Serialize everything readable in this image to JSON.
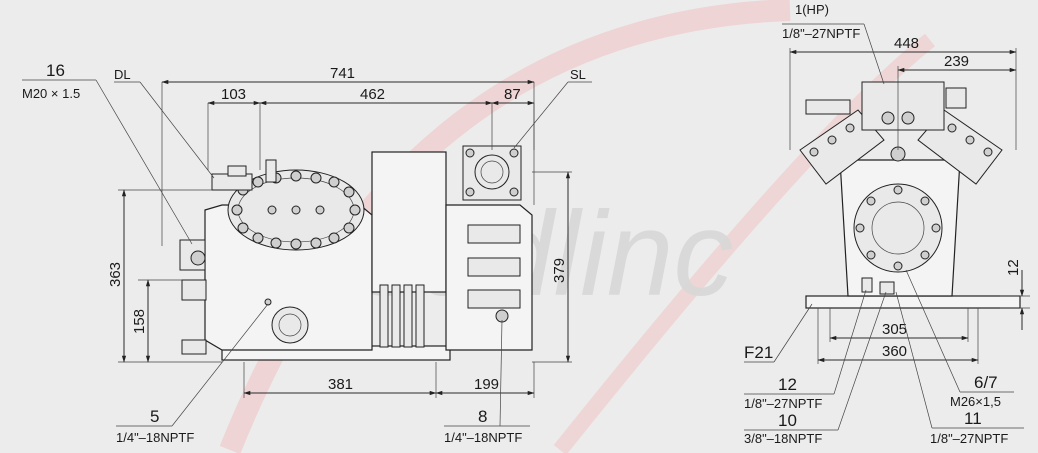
{
  "watermark": {
    "text": "sudlinc",
    "color": "#e05a5a"
  },
  "left_view": {
    "labels": {
      "dl": "DL",
      "sl": "SL",
      "p16": "16",
      "p16_thread": "M20 × 1.5",
      "p5": "5",
      "p5_thread": "1/4\"–18NPTF",
      "p8": "8",
      "p8_thread": "1/4\"–18NPTF"
    },
    "dims": {
      "d741": "741",
      "d103": "103",
      "d462": "462",
      "d87": "87",
      "d363": "363",
      "d158": "158",
      "d379": "379",
      "d381": "381",
      "d199": "199"
    }
  },
  "right_view": {
    "labels": {
      "hp": "1(HP)",
      "hp_thread": "1/8\"–27NPTF",
      "f21": "F21",
      "p12": "12",
      "p12_thread": "1/8\"–27NPTF",
      "p10": "10",
      "p10_thread": "3/8\"–18NPTF",
      "p67": "6/7",
      "p67_thread": "M26×1,5",
      "p11": "11",
      "p11_thread": "1/8\"–27NPTF"
    },
    "dims": {
      "d448": "448",
      "d239": "239",
      "d12": "12",
      "d305": "305",
      "d360": "360"
    }
  }
}
